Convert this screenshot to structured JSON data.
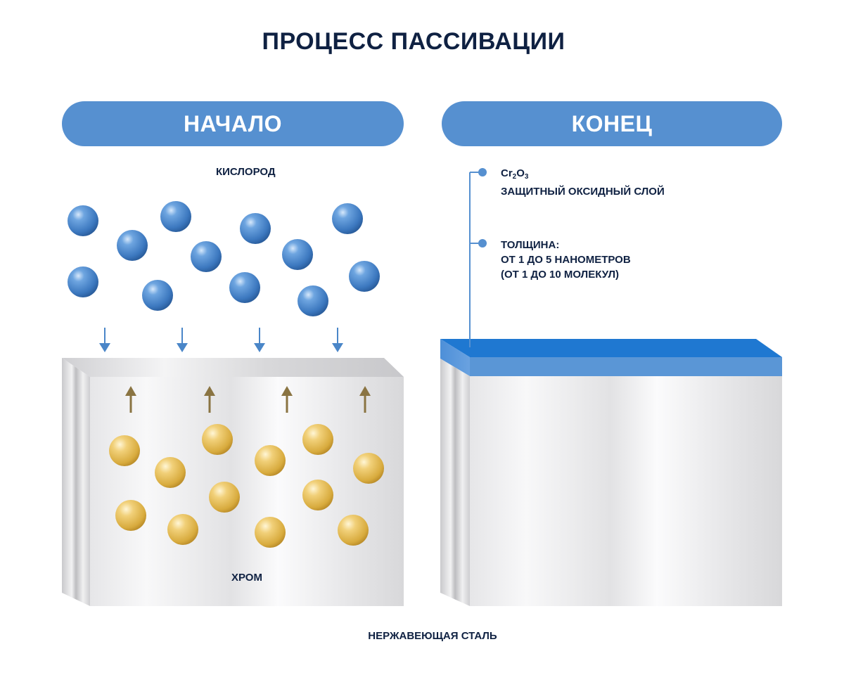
{
  "title": "ПРОЦЕСС ПАССИВАЦИИ",
  "panels": {
    "start": {
      "label": "НАЧАЛО"
    },
    "end": {
      "label": "КОНЕЦ"
    }
  },
  "labels": {
    "oxygen": "КИСЛОРОД",
    "chromium": "ХРОМ",
    "steel": "НЕРЖАВЕЮЩАЯ СТАЛЬ"
  },
  "annotations": {
    "formula": {
      "cr": "Cr",
      "sub1": "2",
      "o": "O",
      "sub2": "3"
    },
    "layer": "ЗАЩИТНЫЙ ОКСИДНЫЙ СЛОЙ",
    "thickness_title": "ТОЛЩИНА:",
    "thickness_nm": "ОТ 1 ДО 5 НАНОМЕТРОВ",
    "thickness_mol": "(ОТ 1 ДО 10 МОЛЕКУЛ)"
  },
  "colors": {
    "title": "#0f2142",
    "pill": "#5690d0",
    "oxygen_sphere": "#4a86c8",
    "chromium_sphere": "#e4bd55",
    "oxide_layer": "#1f78d1",
    "arrow_down": "#4a86c8",
    "arrow_up": "#8a7442"
  }
}
